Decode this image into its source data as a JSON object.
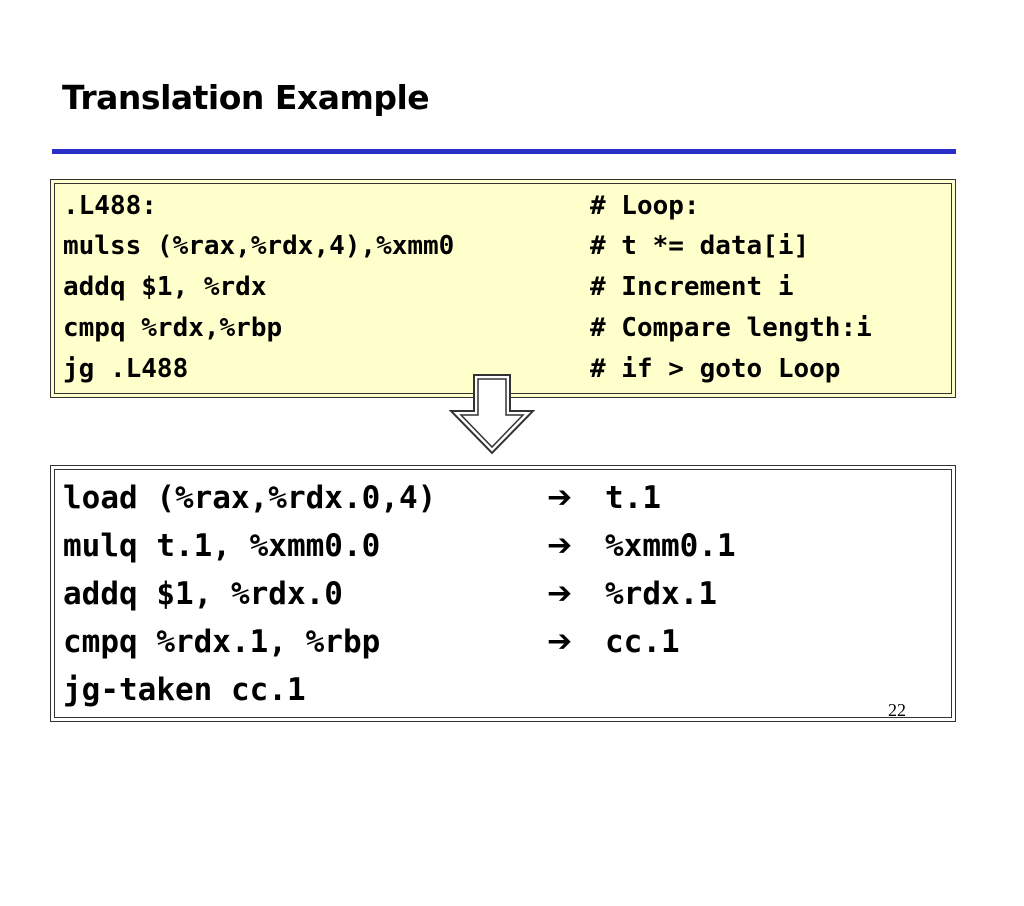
{
  "slide": {
    "title": "Translation Example",
    "page_number": "22",
    "colors": {
      "title_rule": "#2a2fc8",
      "asm_box_bg": "#ffffcc",
      "ssa_box_bg": "#ffffff"
    }
  },
  "asm_lines": [
    {
      "instr": ".L488:",
      "comment": "# Loop:"
    },
    {
      "instr": "mulss (%rax,%rdx,4),%xmm0",
      "comment": "# t *= data[i]"
    },
    {
      "instr": "addq $1, %rdx",
      "comment": "# Increment i"
    },
    {
      "instr": "cmpq %rdx,%rbp",
      "comment": "# Compare length:i"
    },
    {
      "instr": "jg .L488",
      "comment": "# if > goto Loop"
    }
  ],
  "translation_arrow_icon": "down-arrow-icon",
  "ssa_lines": [
    {
      "src": "load (%rax,%rdx.0,4)",
      "arrow": "➔",
      "dst": "t.1"
    },
    {
      "src": "mulq t.1, %xmm0.0",
      "arrow": "➔",
      "dst": "%xmm0.1"
    },
    {
      "src": "addq $1, %rdx.0",
      "arrow": "➔",
      "dst": "%rdx.1"
    },
    {
      "src": "cmpq %rdx.1, %rbp",
      "arrow": "➔",
      "dst": "cc.1"
    },
    {
      "src": "jg-taken cc.1",
      "arrow": "",
      "dst": ""
    }
  ]
}
